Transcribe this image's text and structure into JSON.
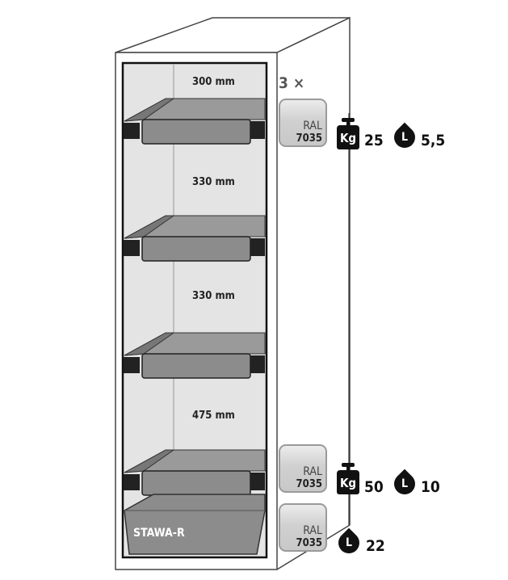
{
  "shelf_heights": [
    "300 mm",
    "330 mm",
    "330 mm",
    "475 mm"
  ],
  "sump_label": "STAWA-R",
  "quantity_label": "3 ×",
  "swatches": [
    {
      "line1": "RAL",
      "line2": "7035"
    },
    {
      "line1": "RAL",
      "line2": "7035"
    },
    {
      "line1": "RAL",
      "line2": "7035"
    }
  ],
  "specs": {
    "shelf_weight_icon": "Kg",
    "shelf_weight": "25",
    "shelf_volume_icon": "L",
    "shelf_volume": "5,5",
    "bottom_weight_icon": "Kg",
    "bottom_weight": "50",
    "bottom_volume_icon": "L",
    "bottom_volume": "10",
    "sump_volume_icon": "L",
    "sump_volume": "22"
  },
  "colors": {
    "swatch": "#d4d4d4",
    "tray": "#8c8c8c",
    "interior": "#e4e4e4"
  }
}
